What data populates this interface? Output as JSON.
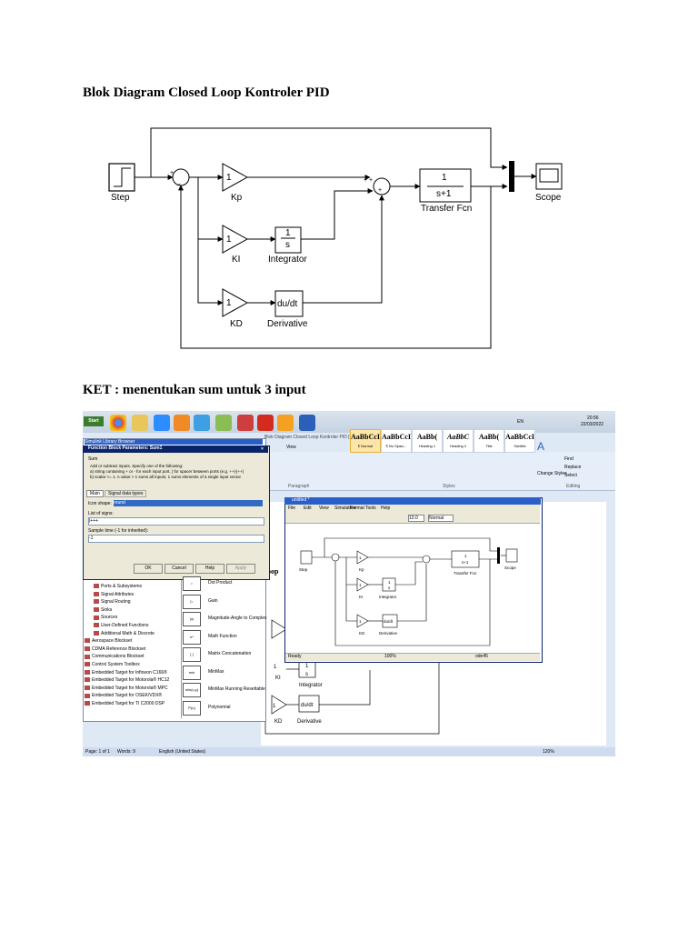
{
  "headings": {
    "title": "Blok Diagram Closed Loop Kontroler PID",
    "ket": "KET : menentukan sum untuk 3 input"
  },
  "diagram": {
    "step": "Step",
    "kp_gain": "1",
    "kp": "Kp",
    "ki_gain": "1",
    "ki": "KI",
    "kd_gain": "1",
    "kd": "KD",
    "integrator_num": "1",
    "integrator_den": "s",
    "integrator": "Integrator",
    "derivative_text": "du/dt",
    "derivative": "Derivative",
    "tf_num": "1",
    "tf_den": "s+1",
    "transfer": "Transfer Fcn",
    "scope": "Scope",
    "sum1_plus": "+",
    "sum1_minus": "-",
    "sum2_signs": "+ +",
    "sum2_plus": "+"
  },
  "screenshot": {
    "taskbar": {
      "start": "Start",
      "lang": "EN",
      "time": "20:56",
      "date": "22/03/2022"
    },
    "word": {
      "title": "Blok Diagram Closed Loop Kontroler PID [Compatibility Mode] - Microsoft Word",
      "menu_view": "View",
      "group_paragraph": "Paragraph",
      "group_styles": "Styles",
      "group_editing": "Editing",
      "styles": [
        {
          "sample": "AaBbCcI",
          "name": "¶ Normal"
        },
        {
          "sample": "AaBbCcI",
          "name": "¶ No Spaci..."
        },
        {
          "sample": "AaBb(",
          "name": "Heading 1"
        },
        {
          "sample": "AaBbC",
          "name": "Heading 2"
        },
        {
          "sample": "AaBb(",
          "name": "Title"
        },
        {
          "sample": "AaBbCcI",
          "name": "Subtitle"
        }
      ],
      "change_styles": "Change Styles",
      "find": "Find",
      "replace": "Replace",
      "select": "Select",
      "status_page": "Page: 1 of 1",
      "status_words": "Words: 9",
      "status_lang": "English (United States)",
      "zoom": "120%",
      "doc_loop": "oop"
    },
    "dialog": {
      "title": "Function Block Parameters: Sum1",
      "section": "Sum",
      "desc1": "Add or subtract inputs.  Specify one of the following:",
      "desc2": "a) string containing + or - for each input port, | for spacer between ports (e.g. ++|-|++)",
      "desc3": "b) scalar >= 1. A value > 1 sums all inputs; 1 sums elements of a single input vector",
      "tab_main": "Main",
      "tab_signal": "Signal data types",
      "icon_shape_label": "Icon shape:",
      "icon_shape_value": "round",
      "list_label": "List of signs:",
      "list_value": "|+++",
      "sample_label": "Sample time (-1 for inherited):",
      "sample_value": "-1",
      "ok": "OK",
      "cancel": "Cancel",
      "help": "Help",
      "apply": "Apply"
    },
    "library": {
      "title": "Simulink Library Browser",
      "tree": [
        "Ports & Subsystems",
        "Signal Attributes",
        "Signal Routing",
        "Sinks",
        "Sources",
        "User-Defined Functions",
        "Additional Math & Discrete",
        "Aerospace Blockset",
        "CDMA Reference Blockset",
        "Communications Blockset",
        "Control System Toolbox",
        "Embedded Target for Infineon C166®",
        "Embedded Target for Motorola® HC12",
        "Embedded Target for Motorola® MPC",
        "Embedded Target for OSEK/VDX®",
        "Embedded Target for TI C2000 DSP"
      ],
      "blocks": [
        {
          "icon": "•",
          "label": "Dot Product"
        },
        {
          "icon": "▷",
          "label": "Gain"
        },
        {
          "icon": "|u|",
          "label": "Magnitude-Angle to Complex"
        },
        {
          "icon": "eᵘ",
          "label": "Math Function"
        },
        {
          "icon": "[ ]",
          "label": "Matrix Concatenation"
        },
        {
          "icon": "min",
          "label": "MinMax"
        },
        {
          "icon": "min(u,y)",
          "label": "MinMax Running Resettable"
        },
        {
          "icon": "P(u)",
          "label": "Polynomial"
        }
      ]
    },
    "model": {
      "title": "untitled *",
      "menu": [
        "File",
        "Edit",
        "View",
        "Simulation",
        "Format",
        "Tools",
        "Help"
      ],
      "sim_time": "10.0",
      "sim_mode": "Normal",
      "status_ready": "Ready",
      "status_zoom": "100%",
      "status_solver": "ode45",
      "labels": {
        "step": "Step",
        "kp": "Kp",
        "ki": "KI",
        "kd": "KD",
        "integrator": "Integrator",
        "derivative": "Derivative",
        "transfer": "Transfer Fcn",
        "scope": "Scope",
        "gain": "1",
        "int_num": "1",
        "int_den": "s",
        "du": "du/dt",
        "tf_num": "1",
        "tf_den": "s+1"
      }
    },
    "behind": {
      "ki_gain": "1",
      "ki": "KI",
      "integrator": "Integrator",
      "kd_gain": "1",
      "kd": "KD",
      "derivative_text": "du/dt",
      "derivative": "Derivative",
      "int_num": "1",
      "int_den": "s"
    }
  }
}
